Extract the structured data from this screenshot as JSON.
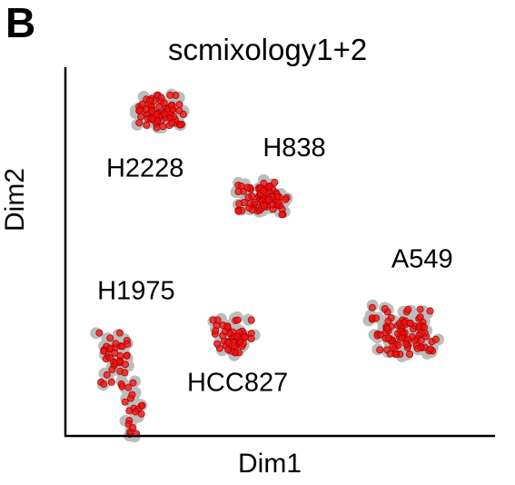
{
  "panel_label": "B",
  "chart_data": {
    "type": "scatter",
    "title": "scmixology1+2",
    "xlabel": "Dim1",
    "ylabel": "Dim2",
    "ticks": false,
    "grid": false,
    "legend": "none",
    "colors": {
      "highlight": "#ee1111",
      "background": "#bcbcbc"
    },
    "clusters": [
      {
        "label": "H2228",
        "center": [
          1.9,
          8.8
        ],
        "spread": [
          0.35,
          0.35
        ],
        "n": 70
      },
      {
        "label": "H838",
        "center": [
          3.9,
          6.4
        ],
        "spread": [
          0.38,
          0.38
        ],
        "n": 75
      },
      {
        "label": "H1975",
        "center": [
          0.95,
          2.1
        ],
        "spread": [
          0.22,
          0.55
        ],
        "n": 55
      },
      {
        "label": "HCC827",
        "center": [
          3.3,
          2.7
        ],
        "spread": [
          0.3,
          0.35
        ],
        "n": 50
      },
      {
        "label": "A549",
        "center": [
          6.7,
          2.85
        ],
        "spread": [
          0.5,
          0.5
        ],
        "n": 90
      }
    ]
  }
}
